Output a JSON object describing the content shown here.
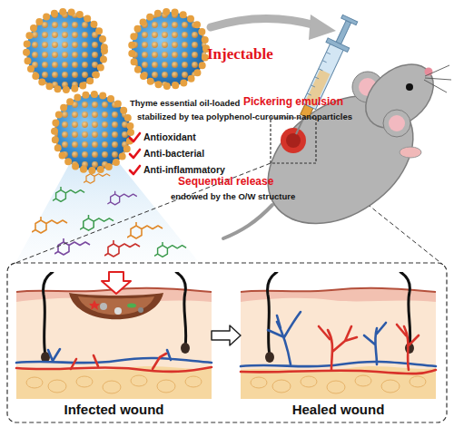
{
  "diagram": {
    "nodes": [
      {
        "text": [
          "Infected wound"
        ]
      },
      {
        "text": [
          "Healed wound"
        ]
      }
    ],
    "edges": [
      {
        "from": 0,
        "to": 1,
        "arrow": "to"
      }
    ],
    "labels": [
      "Injectable",
      "Thyme essential oil-loaded",
      "Pickering emulsion",
      "stabilized by tea polyphenol-curcumin nanoparticles",
      "Antioxidant",
      "Anti-bacterial",
      "Anti-inflammatory",
      "Sequential release",
      "endowed by the O/W structure"
    ]
  }
}
